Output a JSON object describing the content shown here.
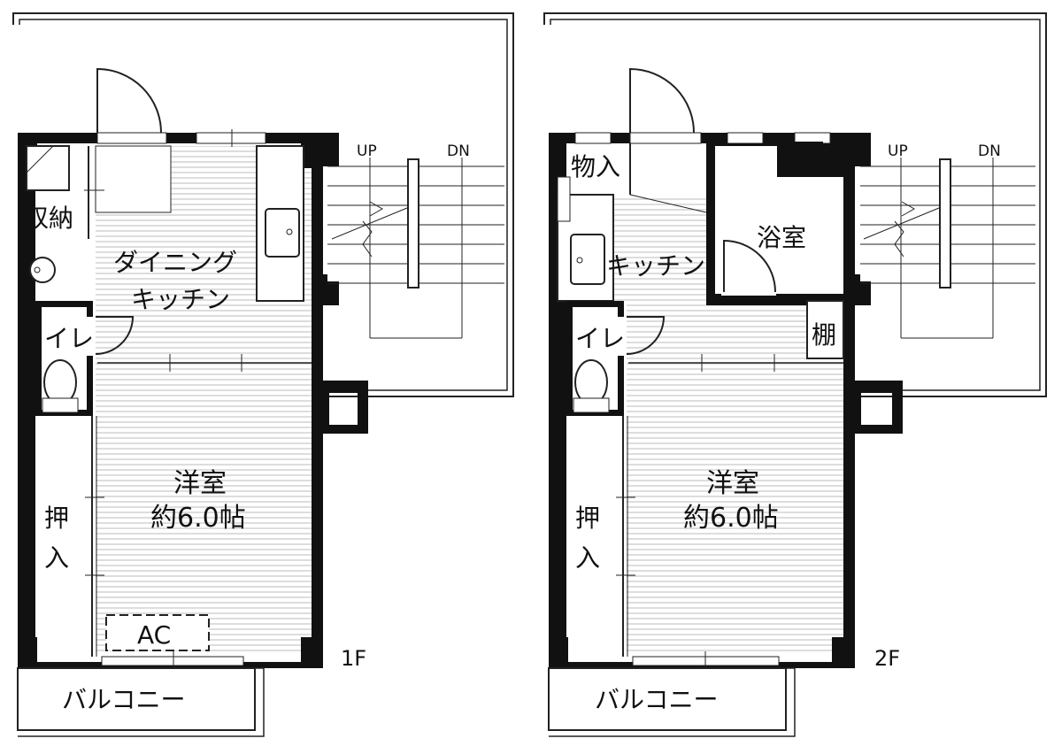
{
  "floor1": {
    "floor_label": "1F",
    "storage": "収納",
    "dining_kitchen_line1": "ダイニング",
    "dining_kitchen_line2": "キッチン",
    "toilet": "トイレ",
    "room_line1": "洋室",
    "room_line2": "約6.0帖",
    "closet_line1": "押",
    "closet_line2": "入",
    "ac": "AC",
    "balcony": "バルコニー",
    "stair_up": "UP",
    "stair_down": "DN"
  },
  "floor2": {
    "floor_label": "2F",
    "storage": "物入",
    "kitchen": "キッチン",
    "bath": "浴室",
    "shelf": "棚",
    "toilet": "トイレ",
    "room_line1": "洋室",
    "room_line2": "約6.0帖",
    "closet_line1": "押",
    "closet_line2": "入",
    "balcony": "バルコニー",
    "stair_up": "UP",
    "stair_down": "DN"
  }
}
